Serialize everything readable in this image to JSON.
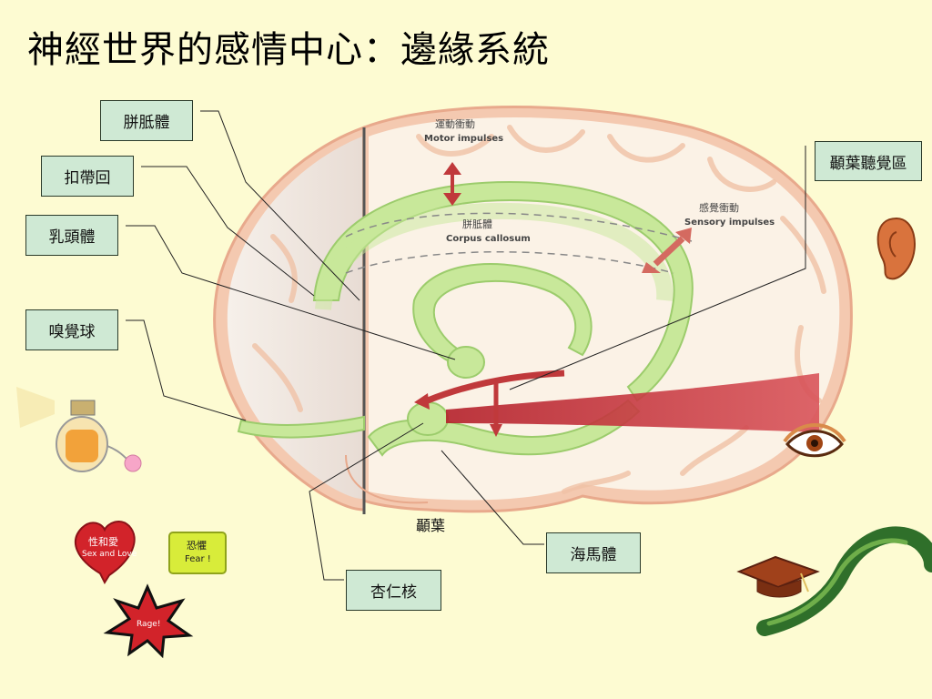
{
  "title": "神經世界的感情中心：邊緣系統",
  "callouts": {
    "corpus_callosum": "胼胝體",
    "cingulate_gyrus": "扣帶回",
    "mammillary_body": "乳頭體",
    "olfactory_bulb": "嗅覺球",
    "auditory_cortex": "顳葉聽覺區",
    "hippocampus": "海馬體",
    "amygdala": "杏仁核",
    "temporal_lobe": "顳葉"
  },
  "brain_labels": {
    "motor_zh": "運動衝動",
    "motor_en": "Motor impulses",
    "corpus_zh": "胼胝體",
    "corpus_en": "Corpus callosum",
    "sensory_zh": "感覺衝動",
    "sensory_en": "Sensory impulses"
  },
  "stickers": {
    "heart_zh": "性和愛",
    "heart_en": "Sex and Love",
    "fear_zh": "恐懼",
    "fear_en": "Fear !",
    "rage_en": "Rage!"
  },
  "colors": {
    "background": "#fdfbd2",
    "callout_fill": "#cfe9d4",
    "limbic_green": "#c8e89a",
    "brain_pink": "#f4c9b0",
    "arrow_red": "#c0393b"
  }
}
